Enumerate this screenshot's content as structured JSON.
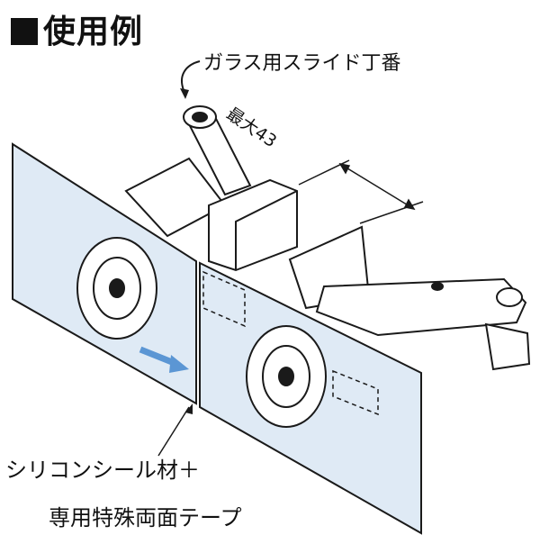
{
  "title": "使用例",
  "labels": {
    "hinge": "ガラス用スライド丁番",
    "dimension": "最大43",
    "sealant": "シリコンシール材＋",
    "tape": "専用特殊両面テープ"
  },
  "colors": {
    "glass": "#dfeaf5",
    "glass_edge": "#1a1a1a",
    "metal": "#ffffff",
    "arrow": "#5b96d4",
    "line": "#1a1a1a"
  },
  "icons": {
    "title_marker": "black-square",
    "leader": "curved-arrow",
    "glass_joint_arrow": "blue-arrow"
  }
}
